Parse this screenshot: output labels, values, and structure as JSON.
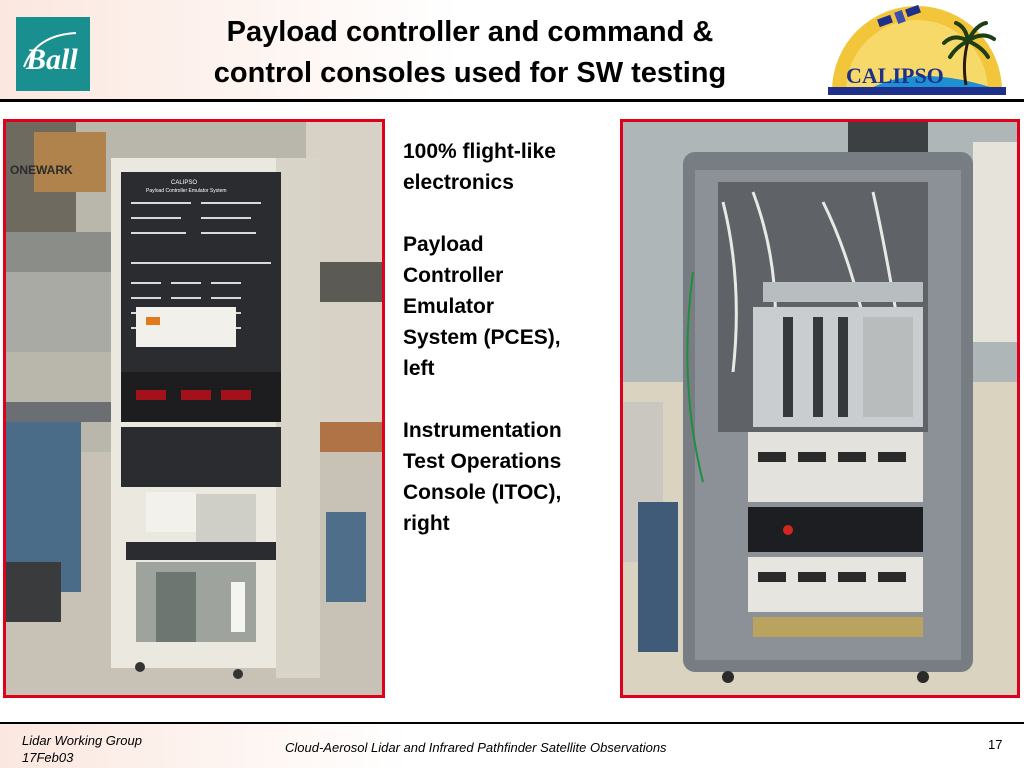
{
  "slide": {
    "title_line1": "Payload controller and command &",
    "title_line2": "control consoles used for SW testing"
  },
  "logos": {
    "ball": "Ball",
    "calipso": "CALIPSO"
  },
  "photos": {
    "left_rack_brand": "ONEWARK",
    "left_panel_title": "CALIPSO",
    "left_panel_subtitle": "Payload Controller Emulator System"
  },
  "bullets": [
    "100% flight-like\nelectronics",
    "Payload\nController\nEmulator\nSystem (PCES),\nleft",
    "Instrumentation\nTest Operations\nConsole (ITOC),\nright"
  ],
  "footer": {
    "group": "Lidar Working Group",
    "date": "17Feb03",
    "mission": "Cloud-Aerosol Lidar and Infrared Pathfinder Satellite Observations",
    "page": "17"
  },
  "colors": {
    "photo_border": "#e0001b",
    "ball_teal": "#1a8f8f",
    "calipso_blue": "#1e2f8c",
    "calipso_gold": "#f3c53a"
  }
}
